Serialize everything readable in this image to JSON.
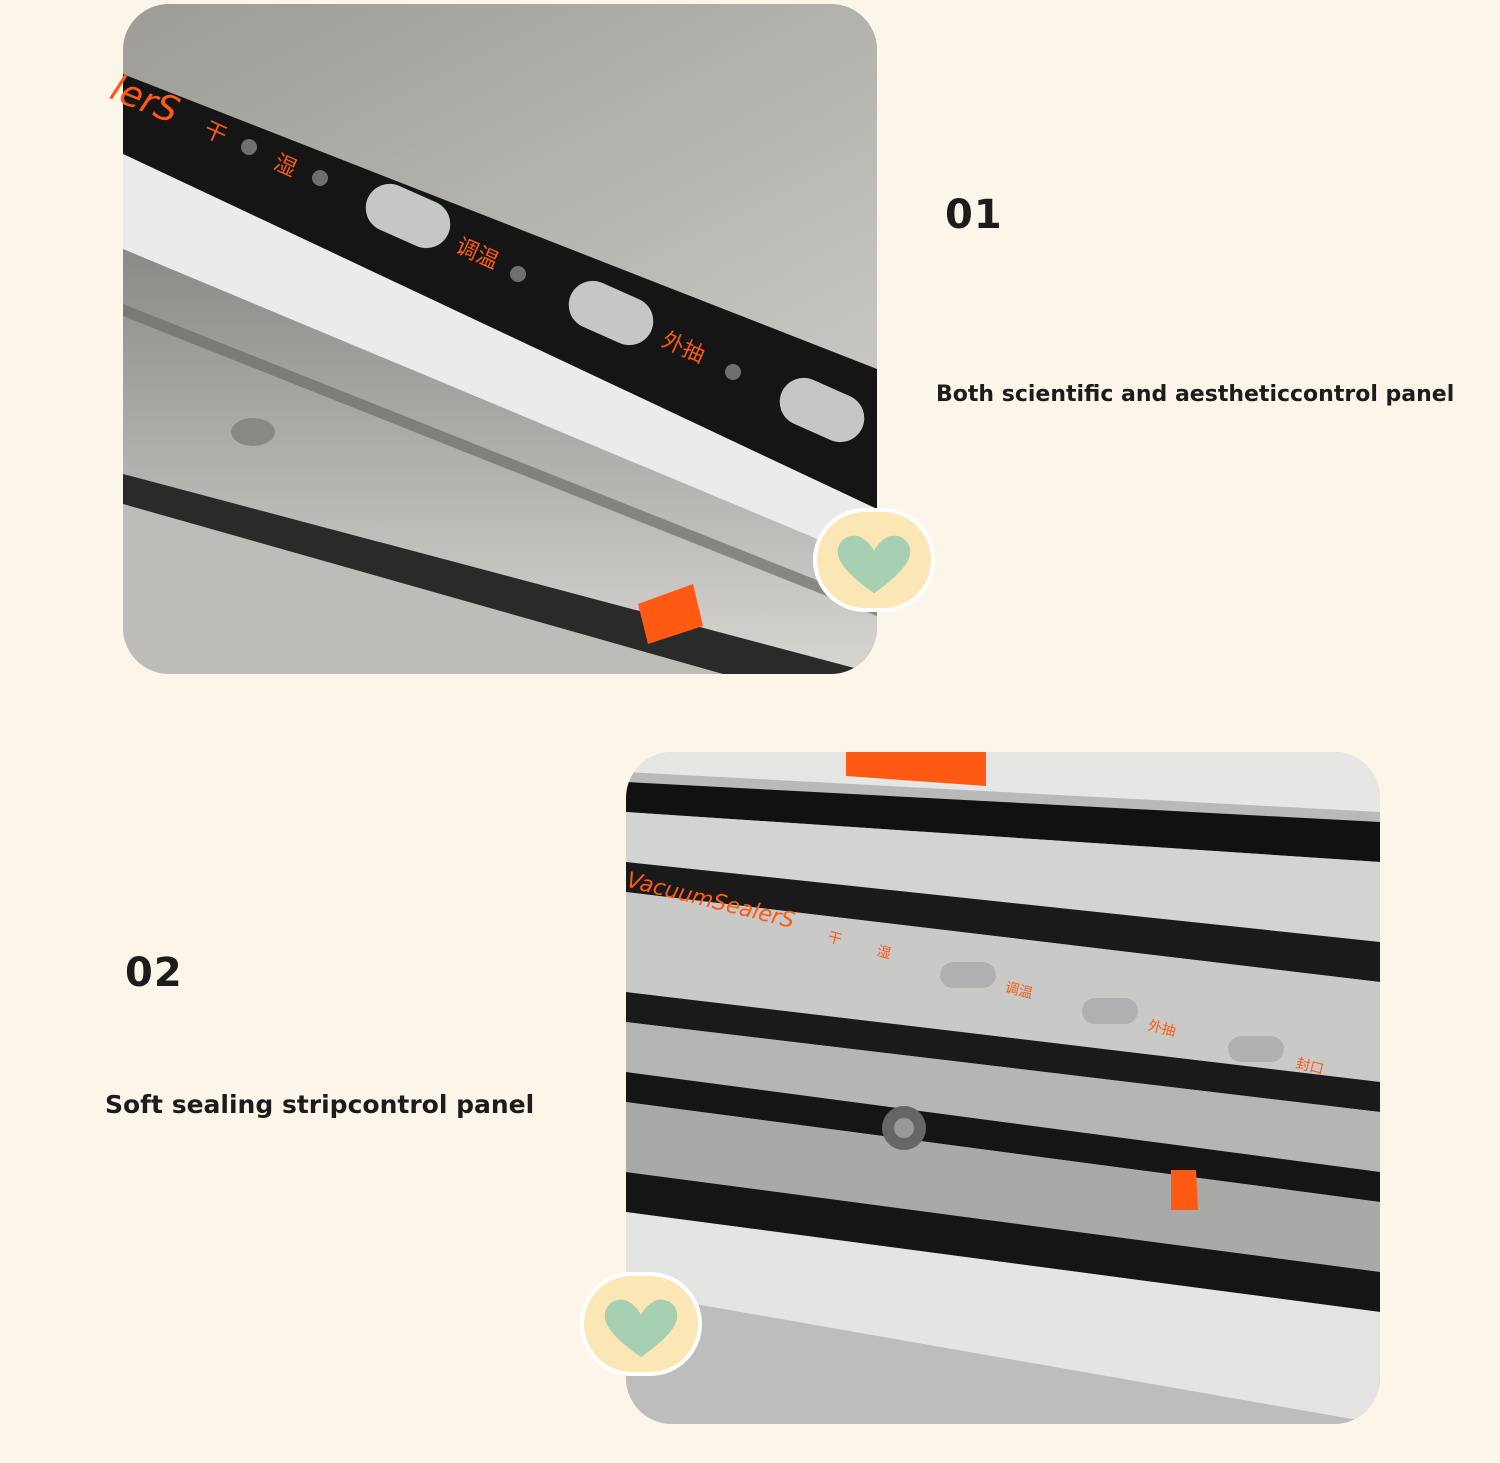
{
  "panel_1": {
    "number": "01",
    "caption": "Both scientific and aestheticcontrol panel",
    "label_brand": "lerS",
    "label_dry": "干",
    "label_wet": "湿",
    "label_temp": "调温",
    "label_external": "外抽"
  },
  "panel_2": {
    "number": "02",
    "caption": "Soft sealing stripcontrol panel",
    "label_brand": "VacuumSealerS",
    "label_dry": "干",
    "label_wet": "湿",
    "label_temp": "调温",
    "label_external": "外抽",
    "label_seal": "封口"
  },
  "icons": [
    "heart-icon"
  ],
  "colors": {
    "background": "#fcf6ea",
    "accent_orange": "#ff5a14",
    "heart_green": "#a7cfb1",
    "badge_yellow": "#fbe6b5"
  }
}
